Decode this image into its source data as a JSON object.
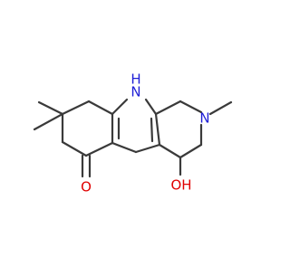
{
  "molecule": {
    "atoms": {
      "nh": {
        "label": "N",
        "sub_label": "H",
        "color": "#1f1fd6"
      },
      "n_methyl": {
        "label": "N",
        "color": "#1f1fd6"
      },
      "carbonyl_o": {
        "label": "O",
        "color": "#e00000"
      },
      "hydroxyl": {
        "label": "OH",
        "color": "#e00000"
      }
    },
    "bond_color": "#3a3a3a",
    "background": "#ffffff"
  }
}
